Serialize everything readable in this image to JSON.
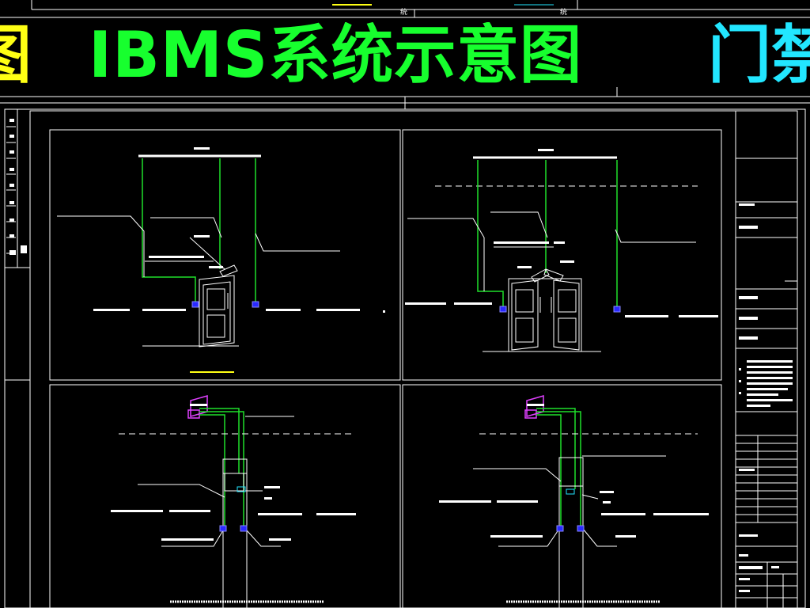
{
  "title": {
    "main": "IBMS系统示意图",
    "left_fragment": "图",
    "right_fragment": "门禁"
  },
  "top_strip": {
    "label_a": "统",
    "label_b": "统"
  },
  "colors": {
    "wire": "#1fe02a",
    "frame": "#ffffff",
    "device": "#2a2aff",
    "box": "#e040ff",
    "yellow": "#ffff14",
    "cyan": "#22e6ff"
  }
}
